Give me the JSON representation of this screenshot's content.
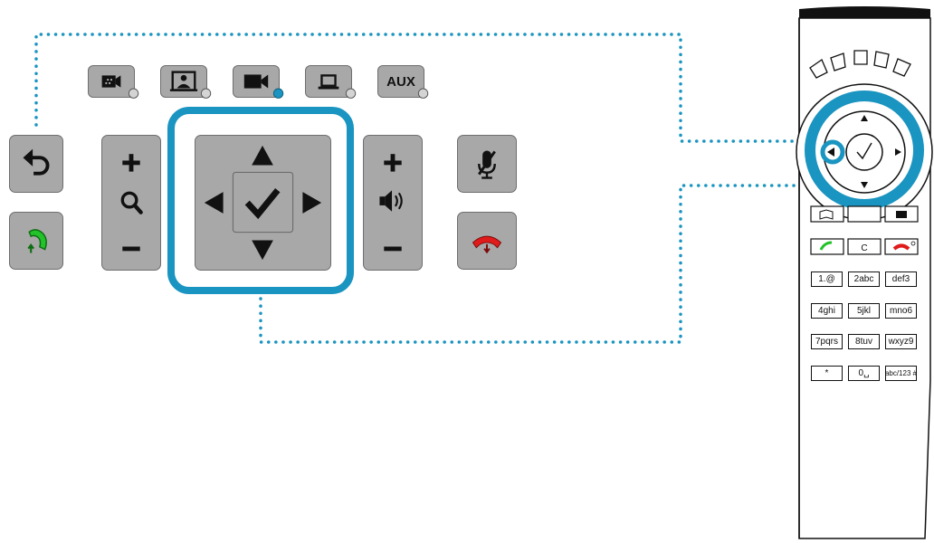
{
  "sources": [
    {
      "name": "presenter-camera",
      "icon": "presenter-camera-icon",
      "label": "",
      "active": false
    },
    {
      "name": "person",
      "icon": "person-portrait-icon",
      "label": "",
      "active": false
    },
    {
      "name": "camera",
      "icon": "video-camera-icon",
      "label": "",
      "active": true
    },
    {
      "name": "laptop",
      "icon": "laptop-icon",
      "label": "",
      "active": false
    },
    {
      "name": "aux",
      "icon": "aux-text-icon",
      "label": "AUX",
      "active": false
    }
  ],
  "remote": {
    "keypad": [
      [
        "1.@",
        "2abc",
        "def3"
      ],
      [
        "4ghi",
        "5jkl",
        "mno6"
      ],
      [
        "7pqrs",
        "8tuv",
        "wxyz9"
      ],
      [
        "*",
        "0␣",
        "abc/123 #"
      ]
    ],
    "call_row": [
      "call-icon",
      "C",
      "end-call-icon"
    ]
  },
  "colors": {
    "highlight": "#1a94c0",
    "button_gray": "#a8a8a8",
    "call_green": "#22c22a",
    "end_red": "#e01b1b",
    "active_dot": "#1a94c0"
  }
}
